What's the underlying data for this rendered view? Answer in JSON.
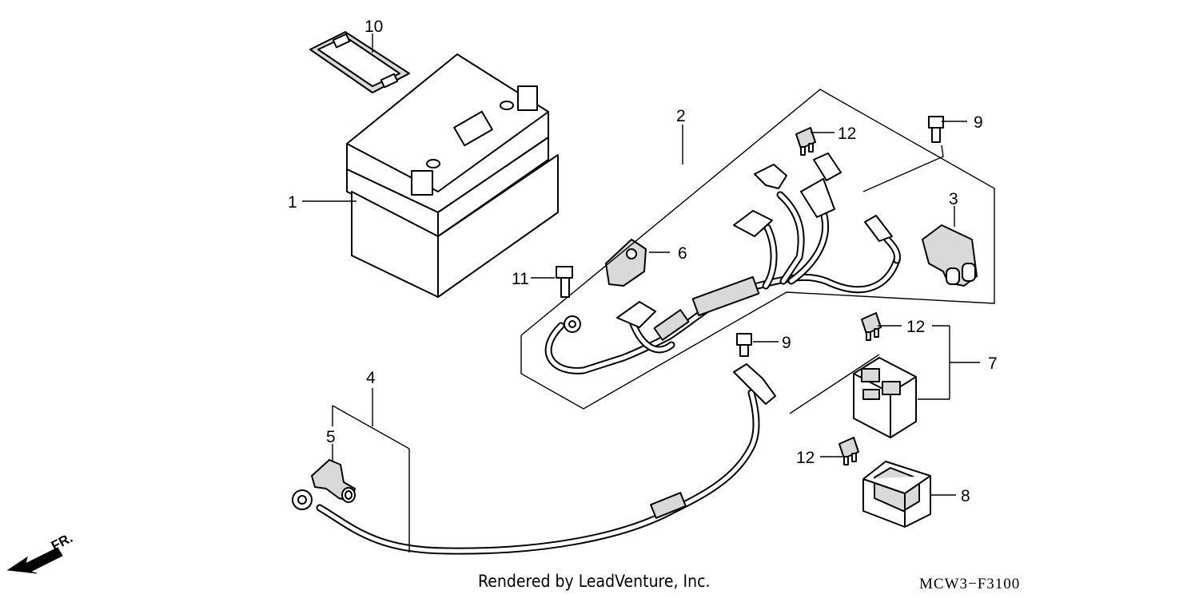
{
  "diagram": {
    "footer_credit": "Rendered by LeadVenture, Inc.",
    "diagram_code": "MCW3−F3100",
    "direction_label": "FR.",
    "callouts": [
      {
        "id": "c1",
        "label": "1"
      },
      {
        "id": "c2",
        "label": "2"
      },
      {
        "id": "c3",
        "label": "3"
      },
      {
        "id": "c4",
        "label": "4"
      },
      {
        "id": "c5",
        "label": "5"
      },
      {
        "id": "c6",
        "label": "6"
      },
      {
        "id": "c7",
        "label": "7"
      },
      {
        "id": "c8",
        "label": "8"
      },
      {
        "id": "c9a",
        "label": "9"
      },
      {
        "id": "c9b",
        "label": "9"
      },
      {
        "id": "c10",
        "label": "10"
      },
      {
        "id": "c11",
        "label": "11"
      },
      {
        "id": "c12a",
        "label": "12"
      },
      {
        "id": "c12b",
        "label": "12"
      },
      {
        "id": "c12c",
        "label": "12"
      }
    ],
    "colors": {
      "ink": "#000000",
      "paper": "#ffffff",
      "shade": "#d9d9d9"
    }
  }
}
